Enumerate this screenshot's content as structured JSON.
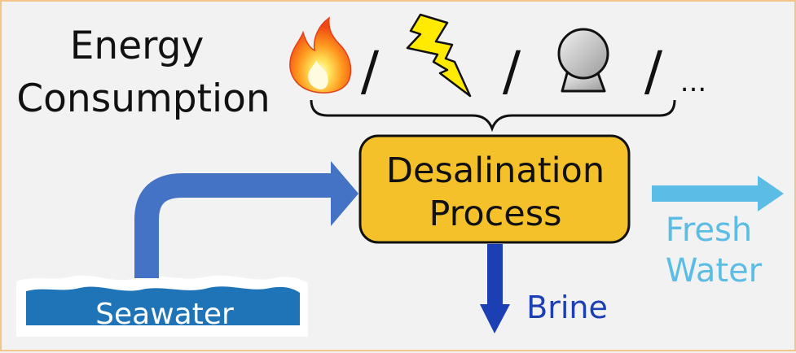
{
  "energy": {
    "line1": "Energy",
    "line2": "Consumption",
    "separators": [
      "/",
      "/",
      "/"
    ],
    "ellipsis": "...",
    "icons": [
      "fire-icon",
      "lightning-icon",
      "pump-icon"
    ]
  },
  "process": {
    "line1": "Desalination",
    "line2": "Process"
  },
  "inputs": {
    "seawater": "Seawater"
  },
  "outputs": {
    "brine": "Brine",
    "fresh_line1": "Fresh",
    "fresh_line2": "Water"
  },
  "colors": {
    "background": "#f2f2f2",
    "border": "#f5c48a",
    "process_fill": "#f5c12a",
    "seawater_arrow": "#4472c4",
    "brine": "#1c3fb4",
    "fresh_water": "#5bbde6",
    "lightning": "#ffea00"
  }
}
